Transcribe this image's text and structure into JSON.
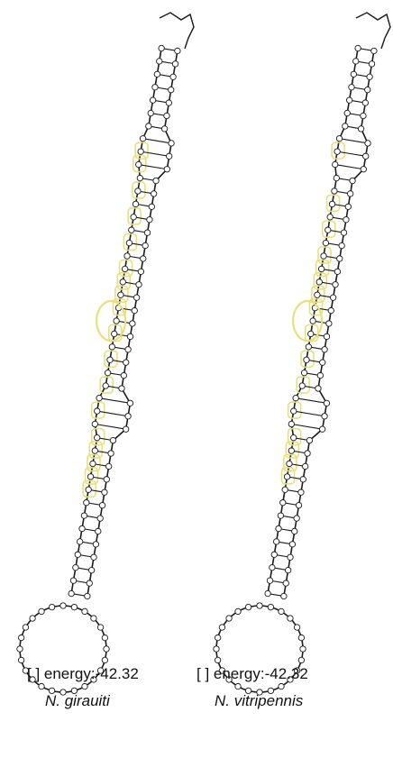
{
  "panels": [
    {
      "energy_label": "[ ] energy:-42.32",
      "species": "N. girauiti"
    },
    {
      "energy_label": "[ ] energy:-42.32",
      "species": "N. vitripennis"
    }
  ],
  "colors": {
    "strand": "#1a1a1a",
    "highlight": "#e8e07a",
    "base": "#ffffff"
  },
  "highlighted_pairs": {
    "N. girauiti": 18,
    "N. vitripennis": 16
  }
}
